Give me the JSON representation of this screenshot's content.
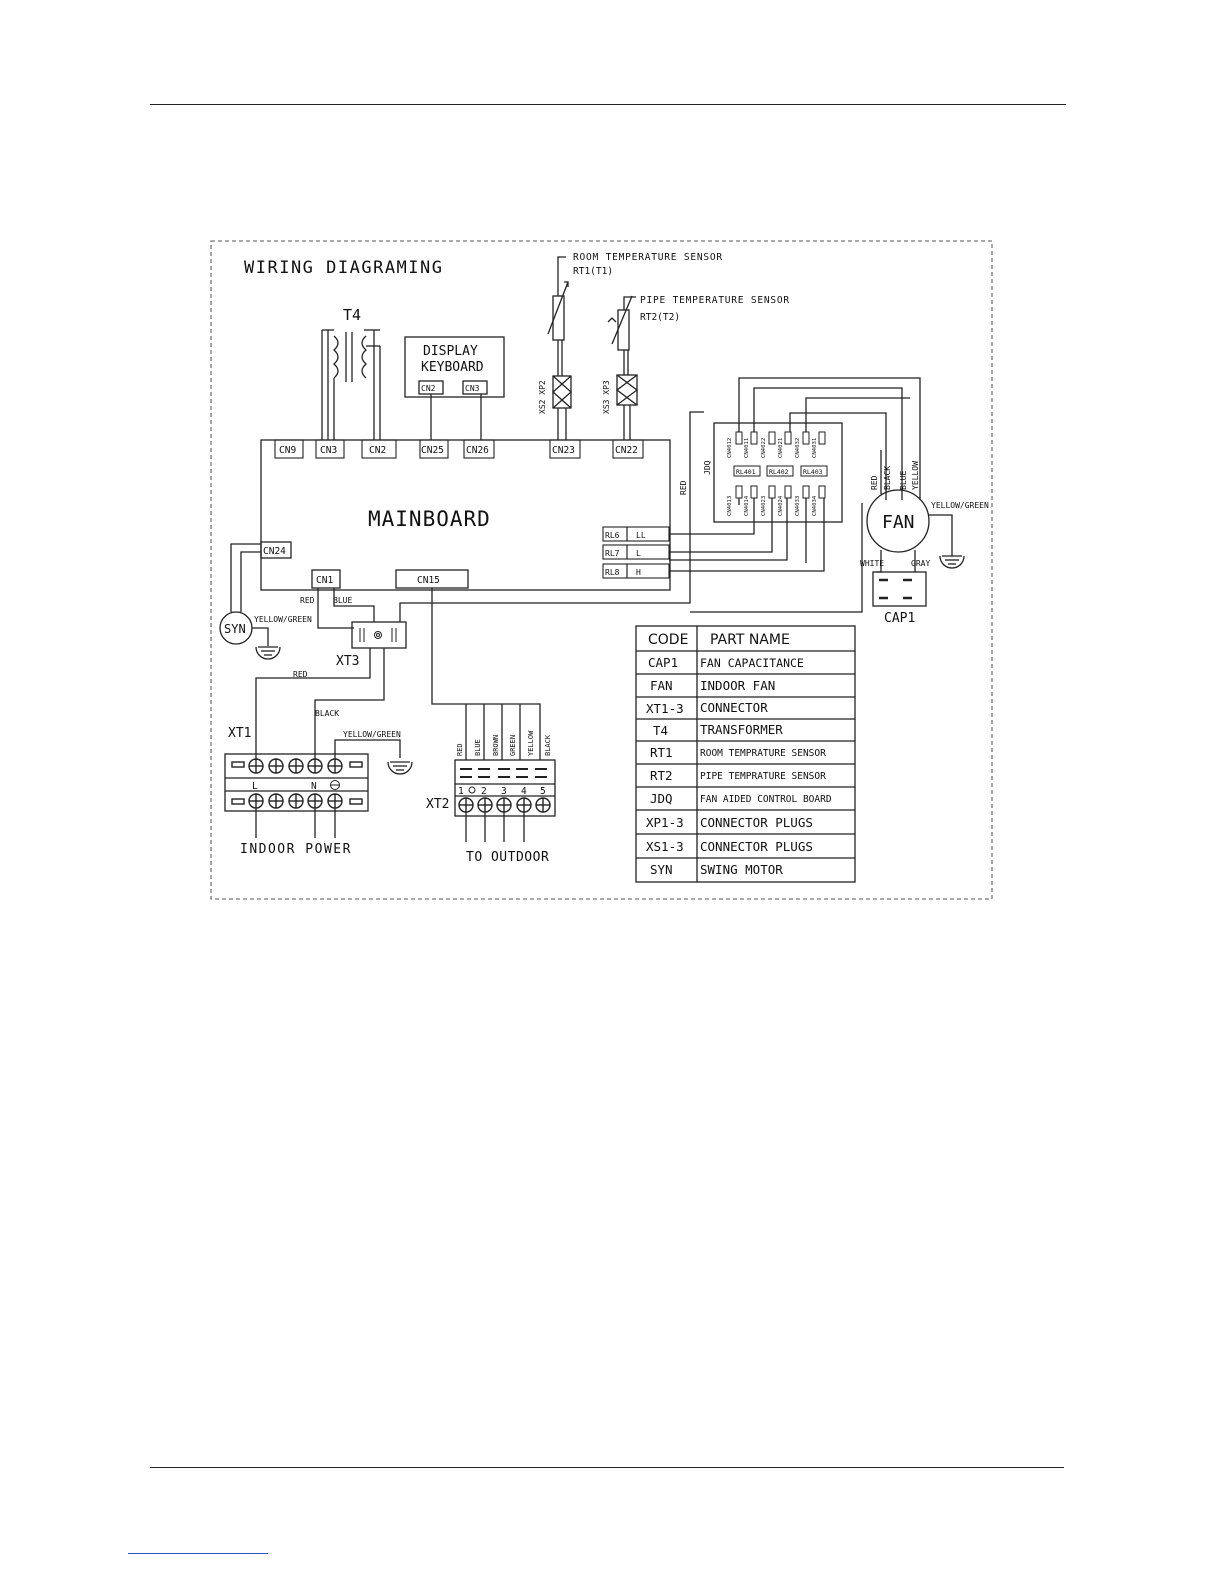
{
  "diagram_title": "WIRING DIAGRAMING",
  "mainboard": "MAINBOARD",
  "transformer": "T4",
  "display": {
    "line1": "DISPLAY",
    "line2": "KEYBOARD",
    "cn2": "CN2",
    "cn3": "CN3"
  },
  "mainboard_connectors": {
    "cn9": "CN9",
    "cn3": "CN3",
    "cn2": "CN2",
    "cn25": "CN25",
    "cn26": "CN26",
    "cn23": "CN23",
    "cn22": "CN22",
    "cn24": "CN24",
    "cn1": "CN1",
    "cn15": "CN15"
  },
  "relays": [
    {
      "id": "RL6",
      "tag": "LL"
    },
    {
      "id": "RL7",
      "tag": "L"
    },
    {
      "id": "RL8",
      "tag": "H"
    }
  ],
  "sensors": {
    "room_label": "ROOM TEMPERATURE SENSOR",
    "room_code": "RT1(T1)",
    "room_plug": "XS2 XP2",
    "pipe_label": "PIPE TEMPERATURE SENSOR",
    "pipe_code": "RT2(T2)",
    "pipe_plug": "XS3 XP3"
  },
  "jdq": {
    "label": "JDQ",
    "top_pins": [
      "CN4012",
      "CN4011",
      "CN4022",
      "CN4021",
      "CN4032",
      "CN4031"
    ],
    "relays": [
      "RL401",
      "RL402",
      "RL403"
    ],
    "bottom_pins": [
      "CN4013",
      "CN4014",
      "CN4023",
      "CN4024",
      "CN4033",
      "CN4034"
    ]
  },
  "fan": {
    "label": "FAN",
    "wires": [
      "RED",
      "BLACK",
      "BLUE",
      "YELLOW"
    ],
    "ground": "YELLOW/GREEN",
    "white": "WHITE",
    "gray": "GRAY",
    "cap": "CAP1"
  },
  "wires": {
    "red": "RED",
    "blue": "BLUE",
    "black": "BLACK",
    "yellow_green": "YELLOW/GREEN"
  },
  "syn": "SYN",
  "xt3": "XT3",
  "xt1": {
    "label": "XT1",
    "l": "L",
    "n": "N",
    "caption": "INDOOR POWER"
  },
  "xt2": {
    "label": "XT2",
    "wires": [
      "RED",
      "BLUE",
      "BROWN",
      "GREEN",
      "YELLOW",
      "BLACK"
    ],
    "nums": [
      "1",
      "2",
      "3",
      "4",
      "5"
    ],
    "caption": "TO OUTDOOR"
  },
  "legend": {
    "headers": [
      "CODE",
      "PART NAME"
    ],
    "rows": [
      {
        "code": "CAP1",
        "name": "FAN CAPACITANCE"
      },
      {
        "code": "FAN",
        "name": "INDOOR FAN"
      },
      {
        "code": "XT1-3",
        "name": "CONNECTOR"
      },
      {
        "code": "T4",
        "name": "TRANSFORMER"
      },
      {
        "code": "RT1",
        "name": "ROOM TEMPRATURE SENSOR"
      },
      {
        "code": "RT2",
        "name": "PIPE TEMPRATURE SENSOR"
      },
      {
        "code": "JDQ",
        "name": "FAN AIDED CONTROL BOARD"
      },
      {
        "code": "XP1-3",
        "name": "CONNECTOR PLUGS"
      },
      {
        "code": "XS1-3",
        "name": "CONNECTOR PLUGS"
      },
      {
        "code": "SYN",
        "name": "SWING MOTOR"
      }
    ]
  }
}
